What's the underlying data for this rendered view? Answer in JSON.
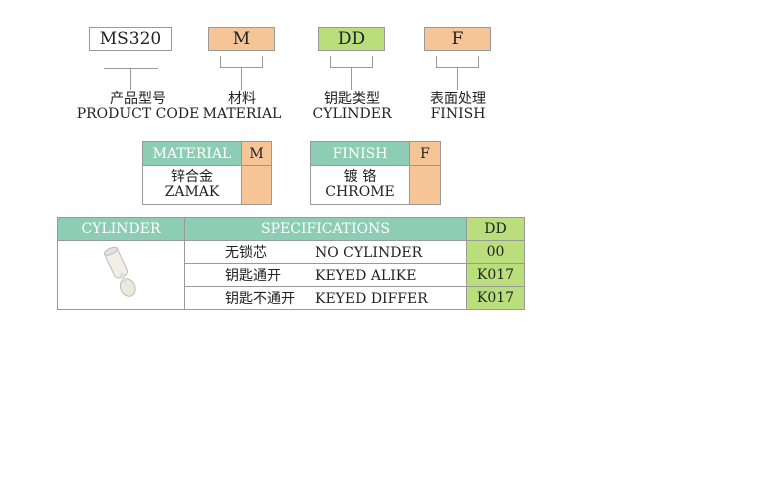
{
  "code": {
    "product": "MS320",
    "material": "M",
    "cylinder": "DD",
    "finish": "F"
  },
  "labels": [
    {
      "cn": "产品型号",
      "en": "PRODUCT CODE"
    },
    {
      "cn": "材料",
      "en": "MATERIAL"
    },
    {
      "cn": "钥匙类型",
      "en": "CYLINDER"
    },
    {
      "cn": "表面处理",
      "en": "FINISH"
    }
  ],
  "material_table": {
    "header": "MATERIAL",
    "code": "M",
    "cn": "锌合金",
    "en": "ZAMAK"
  },
  "finish_table": {
    "header": "FINISH",
    "code": "F",
    "cn": "镀 铬",
    "en": "CHROME"
  },
  "cylinder_table": {
    "headers": [
      "CYLINDER",
      "SPECIFICATIONS",
      "DD"
    ],
    "rows": [
      {
        "cn": "无锁芯",
        "en": "NO CYLINDER",
        "code": "00"
      },
      {
        "cn": "钥匙通开",
        "en": "KEYED ALIKE",
        "code": "K017"
      },
      {
        "cn": "钥匙不通开",
        "en": "KEYED DIFFER",
        "code": "K017"
      }
    ]
  },
  "colors": {
    "orange": "#f6c597",
    "green": "#b9de7b",
    "teal": "#8ecdb5"
  }
}
